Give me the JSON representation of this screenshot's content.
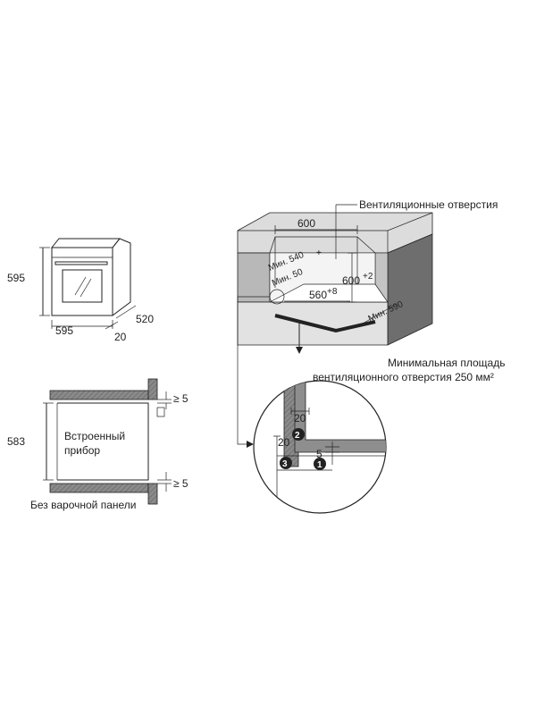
{
  "oven_view": {
    "height": "595",
    "width": "595",
    "depth": "520",
    "door": "20"
  },
  "side_section": {
    "niche_height": "583",
    "gap_top": "≥ 5",
    "gap_bottom": "≥ 5",
    "appliance_label_1": "Встроенный",
    "appliance_label_2": "прибор",
    "caption": "Без варочной панели"
  },
  "cabinet_view": {
    "vent_label": "Вентиляционные отверстия",
    "top_width": "600",
    "min_540": "Мин. 540",
    "min_540_sup": "+",
    "min_50": "Мин. 50",
    "height_600": "600",
    "height_600_sup": "+2",
    "width_560": "560",
    "width_560_sup": "+8",
    "min_590": "Мин. 590",
    "min_area_1": "Минимальная площадь",
    "min_area_2": "вентиляционного отверстия 250 мм²"
  },
  "detail": {
    "dim_top": "20",
    "dim_left": "20",
    "dim_right": "5",
    "marker_1": "1",
    "marker_2": "2",
    "marker_3": "3"
  }
}
